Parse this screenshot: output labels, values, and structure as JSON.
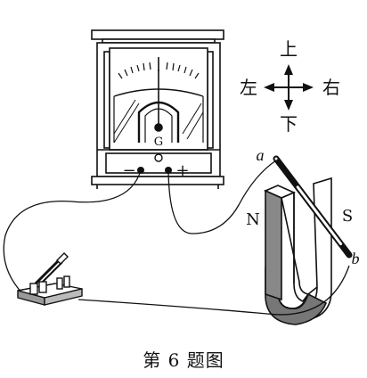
{
  "galvanometer": {
    "label": "G",
    "minus_label": "−",
    "plus_label": "+"
  },
  "directions": {
    "up": "上",
    "down": "下",
    "left": "左",
    "right": "右"
  },
  "magnet": {
    "north_label": "N",
    "south_label": "S"
  },
  "rod": {
    "end_a_label": "a",
    "end_b_label": "b"
  },
  "caption": "第 6 题图"
}
